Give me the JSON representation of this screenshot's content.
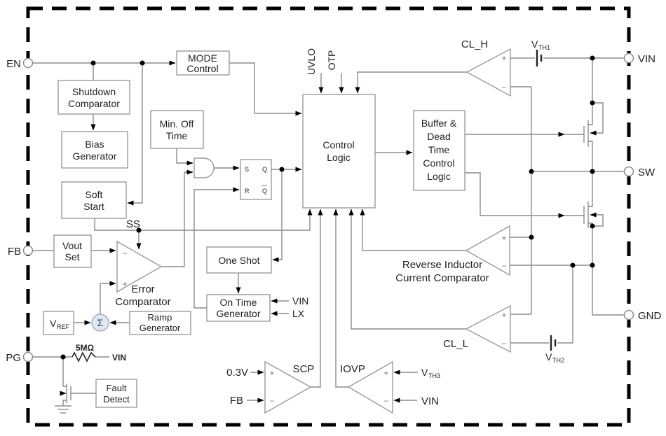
{
  "pins": {
    "en": "EN",
    "fb": "FB",
    "pg": "PG",
    "vin": "VIN",
    "sw": "SW",
    "gnd": "GND"
  },
  "boxes": {
    "mode": {
      "l1": "MODE",
      "l2": "Control"
    },
    "shutdown": {
      "l1": "Shutdown",
      "l2": "Comparator"
    },
    "bias": {
      "l1": "Bias",
      "l2": "Generator"
    },
    "soft": {
      "l1": "Soft",
      "l2": "Start"
    },
    "minoff": {
      "l1": "Min. Off",
      "l2": "Time"
    },
    "vout": {
      "l1": "Vout",
      "l2": "Set"
    },
    "oneshot": {
      "l1": "One Shot"
    },
    "ontime": {
      "l1": "On Time",
      "l2": "Generator"
    },
    "ramp": {
      "l1": "Ramp",
      "l2": "Generator"
    },
    "control": {
      "l1": "Control",
      "l2": "Logic"
    },
    "buffer": {
      "l1": "Buffer &",
      "l2": "Dead",
      "l3": "Time",
      "l4": "Control",
      "l5": "Logic"
    },
    "fault": {
      "l1": "Fault",
      "l2": "Detect"
    }
  },
  "comparators": {
    "clh": "CL_H",
    "cll": "CL_L",
    "scp": "SCP",
    "iovp": "IOVP",
    "error": {
      "l1": "Error",
      "l2": "Comparator"
    },
    "ric": {
      "l1": "Reverse Inductor",
      "l2": "Current Comparator"
    }
  },
  "latch": {
    "s": "S",
    "r": "R",
    "q": "Q",
    "qbar": "Q"
  },
  "labels": {
    "uvlo": "UVLO",
    "otp": "OTP",
    "ss": "SS",
    "sigma": "Σ",
    "vref": {
      "main": "V",
      "sub": "REF"
    },
    "vth1": {
      "main": "V",
      "sub": "TH1"
    },
    "vth2": {
      "main": "V",
      "sub": "TH2"
    },
    "vth3": {
      "main": "V",
      "sub": "TH3"
    },
    "v03": "0.3V",
    "fb_scp": "FB",
    "vin_iovp": "VIN",
    "vin_ontime": "VIN",
    "lx": "LX",
    "r5m": "5MΩ",
    "vin_pg": "VIN",
    "plus": "+",
    "minus": "−"
  },
  "colors": {
    "wire": "#8c8c8c",
    "block_stroke": "#9b9b9b",
    "text": "#1f1f1f",
    "border": "#000000",
    "sigma_fill": "#dfe7f2",
    "symbol_dark": "#222222"
  }
}
